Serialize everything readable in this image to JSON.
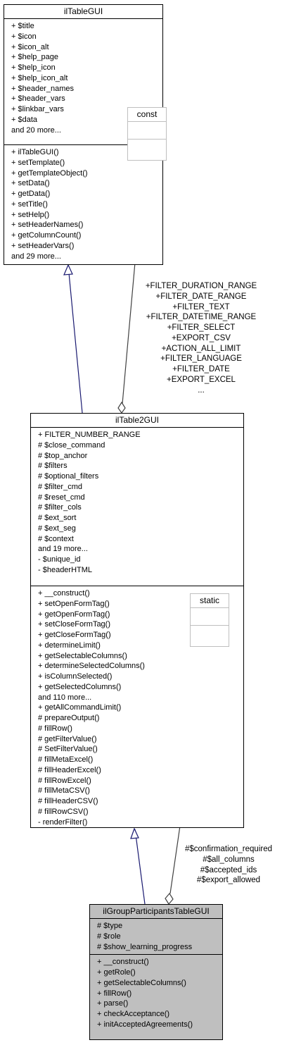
{
  "classes": {
    "iltablegui": {
      "title": "ilTableGUI",
      "attributes": [
        "+ $title",
        "+ $icon",
        "+ $icon_alt",
        "+ $help_page",
        "+ $help_icon",
        "+ $help_icon_alt",
        "+ $header_names",
        "+ $header_vars",
        "+ $linkbar_vars",
        "+ $data",
        "and 20 more..."
      ],
      "methods": [
        "+ ilTableGUI()",
        "+ setTemplate()",
        "+ getTemplateObject()",
        "+ setData()",
        "+ getData()",
        "+ setTitle()",
        "+ setHelp()",
        "+ setHeaderNames()",
        "+ getColumnCount()",
        "+ setHeaderVars()",
        "and 29 more..."
      ]
    },
    "const": {
      "title": "const"
    },
    "iltable2gui": {
      "title": "ilTable2GUI",
      "attributes": [
        "+ FILTER_NUMBER_RANGE",
        "# $close_command",
        "# $top_anchor",
        "# $filters",
        "# $optional_filters",
        "# $filter_cmd",
        "# $reset_cmd",
        "# $filter_cols",
        "# $ext_sort",
        "# $ext_seg",
        "# $context",
        "and 19 more...",
        "- $unique_id",
        "- $headerHTML"
      ],
      "methods": [
        "+ __construct()",
        "+ setOpenFormTag()",
        "+ getOpenFormTag()",
        "+ setCloseFormTag()",
        "+ getCloseFormTag()",
        "+ determineLimit()",
        "+ getSelectableColumns()",
        "+ determineSelectedColumns()",
        "+ isColumnSelected()",
        "+ getSelectedColumns()",
        "and 110 more...",
        "+ getAllCommandLimit()",
        "# prepareOutput()",
        "# fillRow()",
        "# getFilterValue()",
        "# SetFilterValue()",
        "# fillMetaExcel()",
        "# fillHeaderExcel()",
        "# fillRowExcel()",
        "# fillMetaCSV()",
        "# fillHeaderCSV()",
        "# fillRowCSV()",
        "- renderFilter()"
      ]
    },
    "static": {
      "title": "static"
    },
    "ilgroupparticipantstablegui": {
      "title": "ilGroupParticipantsTableGUI",
      "attributes": [
        "# $type",
        "# $role",
        "# $show_learning_progress"
      ],
      "methods": [
        "+ __construct()",
        "+ getRole()",
        "+ getSelectableColumns()",
        "+ fillRow()",
        "+ parse()",
        "+ checkAcceptance()",
        "+ initAcceptedAgreements()"
      ]
    }
  },
  "edge_labels": {
    "const_to_table2": [
      "+FILTER_DURATION_RANGE",
      "+FILTER_DATE_RANGE",
      "+FILTER_TEXT",
      "+FILTER_DATETIME_RANGE",
      "+FILTER_SELECT",
      "+EXPORT_CSV",
      "+ACTION_ALL_LIMIT",
      "+FILTER_LANGUAGE",
      "+FILTER_DATE",
      "+EXPORT_EXCEL",
      "..."
    ],
    "static_to_group": [
      "#$confirmation_required",
      "#$all_columns",
      "#$accepted_ids",
      "#$export_allowed"
    ]
  },
  "colors": {
    "inheritance": "#191970",
    "composition": "#404040",
    "highlight": "#bfbfbf",
    "grey_border": "#bfbfbf"
  }
}
